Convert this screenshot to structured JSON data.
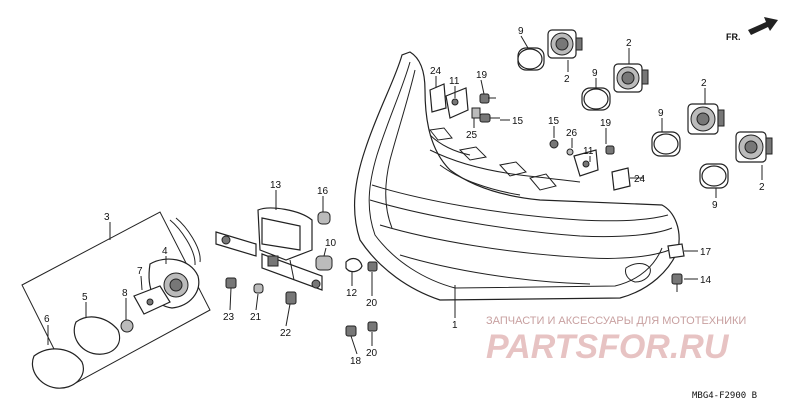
{
  "orientation_label": "FR.",
  "diagram_code": "MBG4-F2900 B",
  "watermark": {
    "tagline": "ЗАПЧАСТИ И АКСЕССУАРЫ ДЛЯ МОТОТЕХНИКИ",
    "logo": "PARTSFOR.RU",
    "color": "#e7c3c3"
  },
  "callouts": [
    {
      "id": "c9a",
      "text": "9"
    },
    {
      "id": "c2a",
      "text": "2"
    },
    {
      "id": "c2b",
      "text": "2"
    },
    {
      "id": "c9b",
      "text": "9"
    },
    {
      "id": "c2c",
      "text": "2"
    },
    {
      "id": "c9c",
      "text": "9"
    },
    {
      "id": "c2d",
      "text": "2"
    },
    {
      "id": "c9d",
      "text": "9"
    },
    {
      "id": "c24a",
      "text": "24"
    },
    {
      "id": "c11a",
      "text": "11"
    },
    {
      "id": "c19a",
      "text": "19"
    },
    {
      "id": "c25",
      "text": "25"
    },
    {
      "id": "c15a",
      "text": "15"
    },
    {
      "id": "c15b",
      "text": "15"
    },
    {
      "id": "c26",
      "text": "26"
    },
    {
      "id": "c19b",
      "text": "19"
    },
    {
      "id": "c11b",
      "text": "11"
    },
    {
      "id": "c24b",
      "text": "24"
    },
    {
      "id": "c17",
      "text": "17"
    },
    {
      "id": "c14",
      "text": "14"
    },
    {
      "id": "c1",
      "text": "1"
    },
    {
      "id": "c13",
      "text": "13"
    },
    {
      "id": "c16",
      "text": "16"
    },
    {
      "id": "c10",
      "text": "10"
    },
    {
      "id": "c12",
      "text": "12"
    },
    {
      "id": "c20a",
      "text": "20"
    },
    {
      "id": "c20b",
      "text": "20"
    },
    {
      "id": "c18",
      "text": "18"
    },
    {
      "id": "c22",
      "text": "22"
    },
    {
      "id": "c21",
      "text": "21"
    },
    {
      "id": "c23",
      "text": "23"
    },
    {
      "id": "c3",
      "text": "3"
    },
    {
      "id": "c4",
      "text": "4"
    },
    {
      "id": "c5",
      "text": "5"
    },
    {
      "id": "c6",
      "text": "6"
    },
    {
      "id": "c7",
      "text": "7"
    },
    {
      "id": "c8",
      "text": "8"
    }
  ]
}
